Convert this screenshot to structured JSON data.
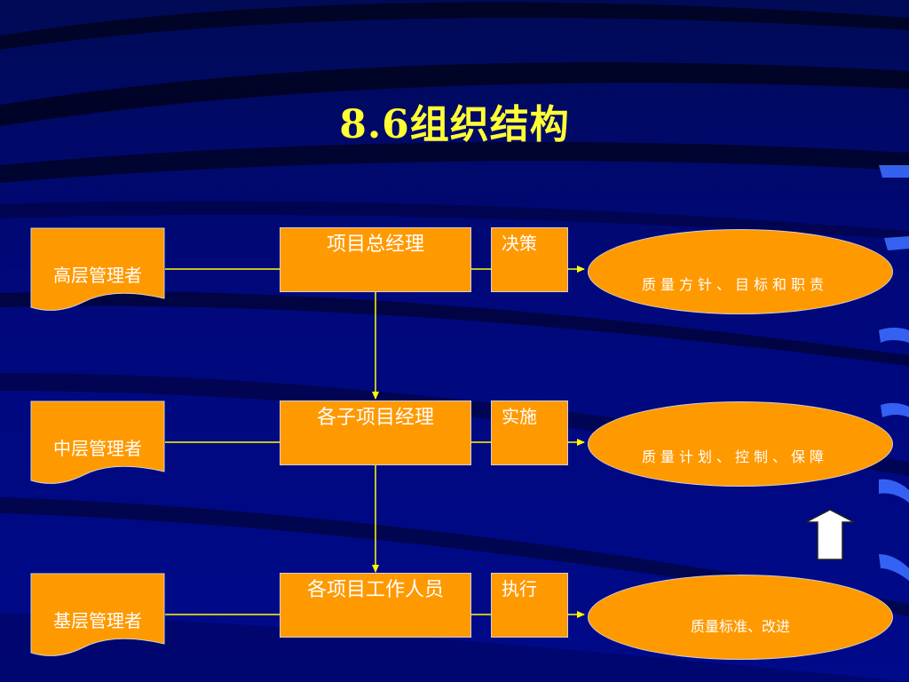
{
  "title": "8.6组织结构",
  "levels": [
    {
      "role": "高层管理者",
      "manager": "项目总经理",
      "function": "决策",
      "outcome": "质量方针、目标和职责"
    },
    {
      "role": "中层管理者",
      "manager": "各子项目经理",
      "function": "实施",
      "outcome": "质量计划、控制、保障"
    },
    {
      "role": "基层管理者",
      "manager": "各项目工作人员",
      "function": "执行",
      "outcome": "质量标准、改进"
    }
  ],
  "colors": {
    "background": "#00087a",
    "title": "#ffff33",
    "shape_fill": "#ff9900",
    "connector": "#ffff00",
    "arrow_fill": "#ffffff"
  },
  "icons": {
    "improvement_arrow": "up-arrow-icon"
  }
}
